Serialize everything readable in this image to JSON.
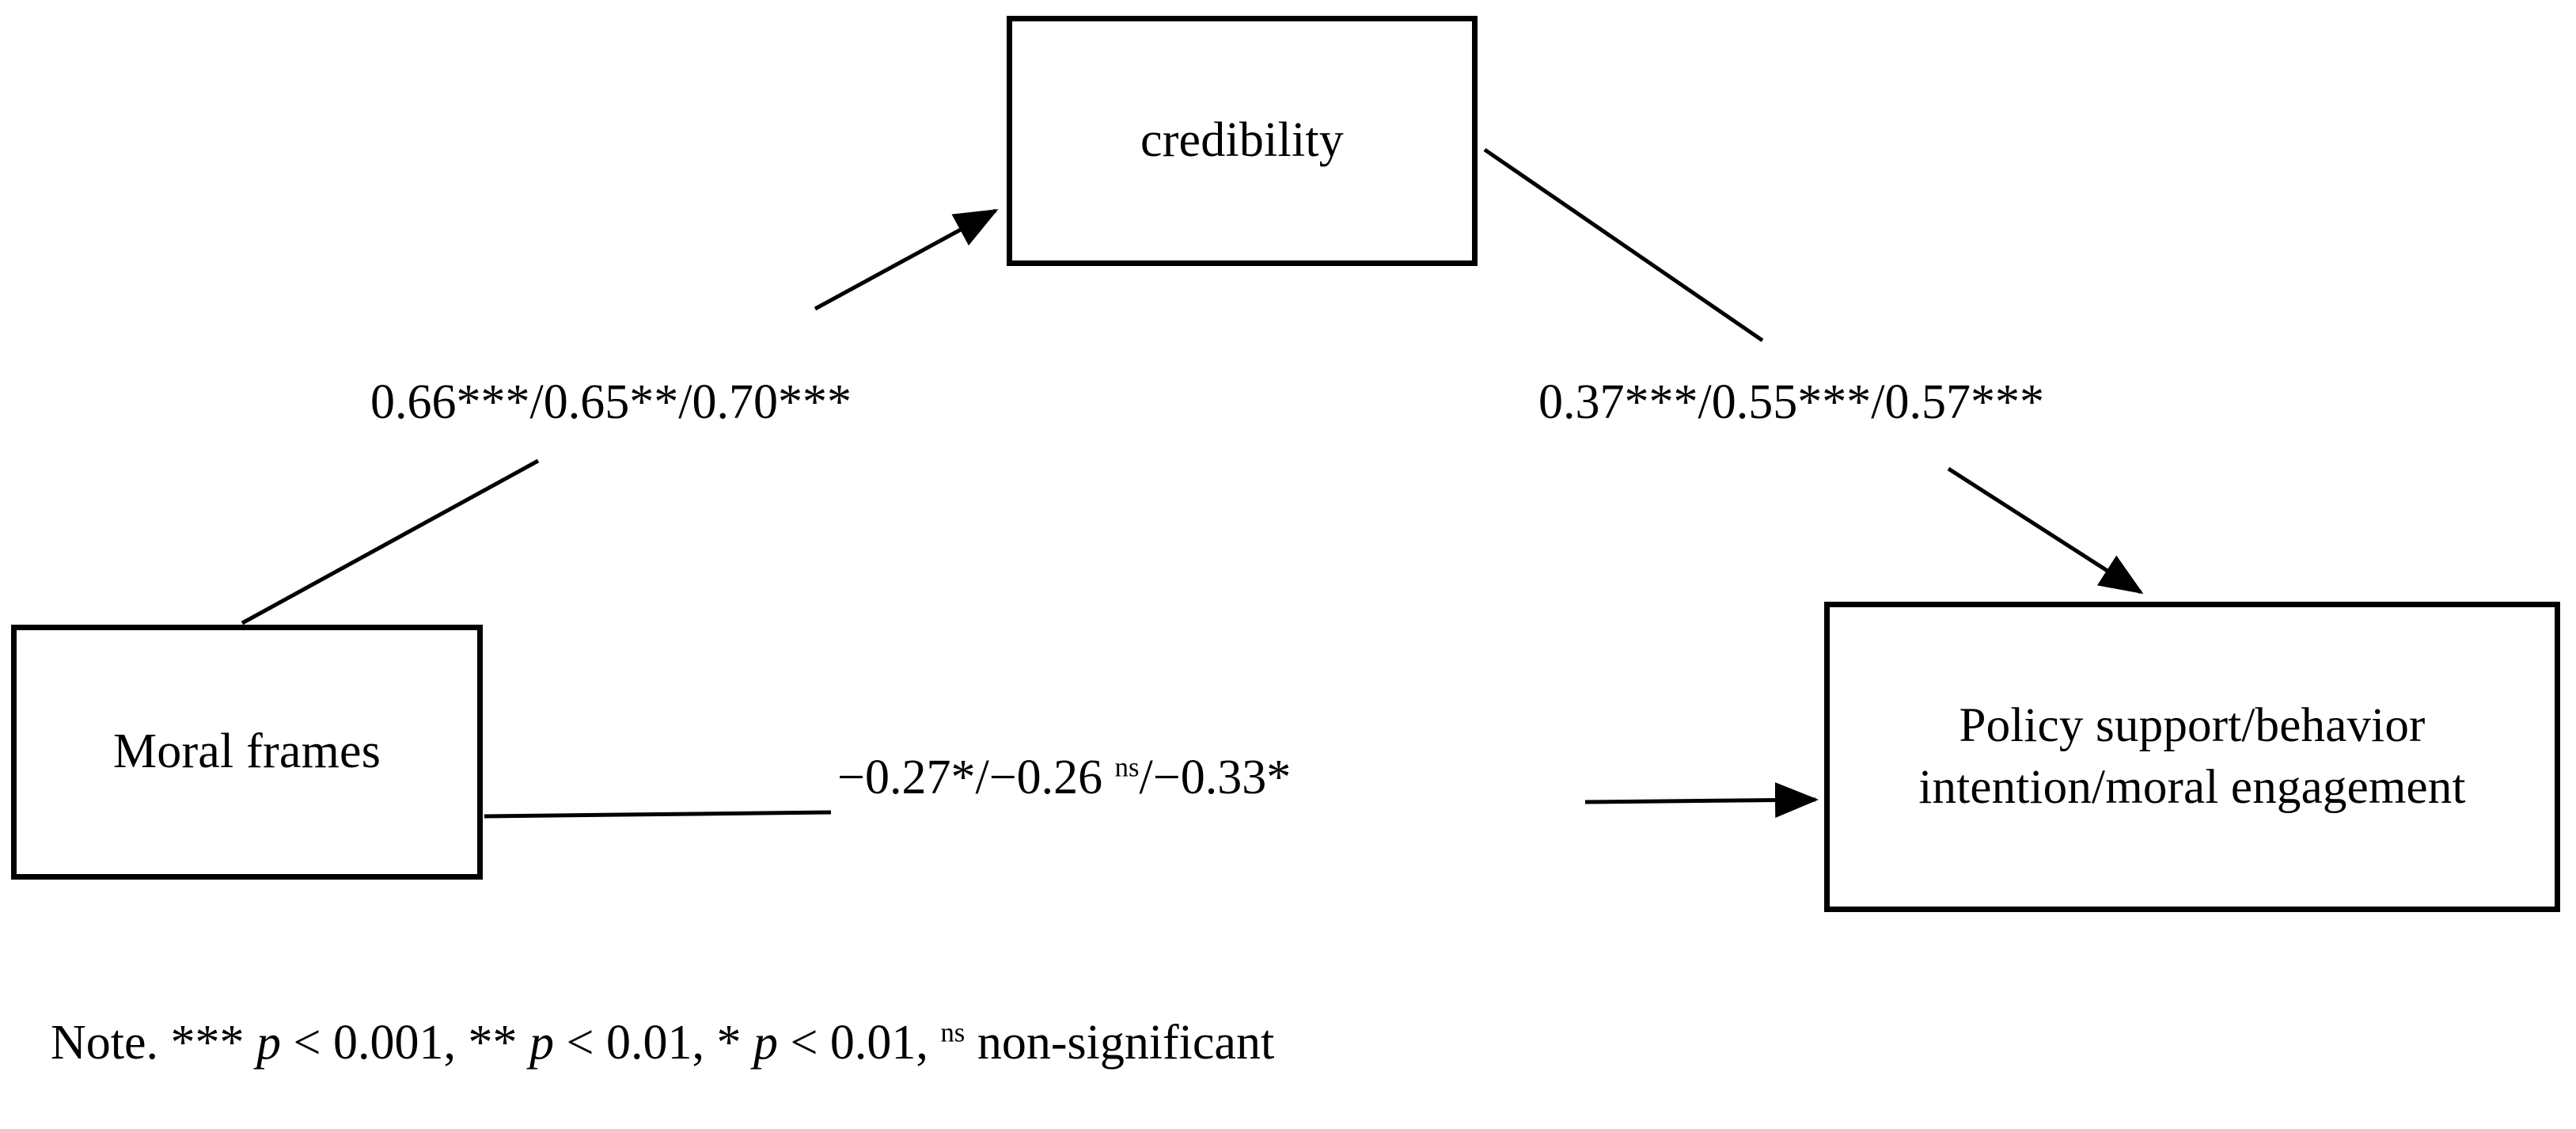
{
  "figure": {
    "type": "mediation-path-diagram",
    "background_color": "#ffffff",
    "line_color": "#000000"
  },
  "nodes": {
    "mediator": {
      "id": "credibility",
      "label": "credibility"
    },
    "predictor": {
      "id": "moral-frames",
      "label": "Moral frames"
    },
    "outcome": {
      "id": "policy-outcome",
      "label": "Policy support/behavior intention/moral engagement"
    }
  },
  "paths": {
    "a": {
      "from": "Moral frames",
      "to": "credibility",
      "label": "0.66***/0.65**/0.70***",
      "coefficients": [
        0.66,
        0.65,
        0.7
      ],
      "significance": [
        "***",
        "**",
        "***"
      ]
    },
    "b": {
      "from": "credibility",
      "to": "Policy support/behavior intention/moral engagement",
      "label": "0.37***/0.55***/0.57***",
      "coefficients": [
        0.37,
        0.55,
        0.57
      ],
      "significance": [
        "***",
        "***",
        "***"
      ]
    },
    "c": {
      "from": "Moral frames",
      "to": "Policy support/behavior intention/moral engagement",
      "label_prefix": "−0.27*/−0.26 ",
      "label_ns": "ns",
      "label_suffix": "/−0.33*",
      "label": "−0.27*/−0.26 ns/−0.33*",
      "coefficients": [
        -0.27,
        -0.26,
        -0.33
      ],
      "significance": [
        "*",
        "ns",
        "*"
      ]
    }
  },
  "note": {
    "prefix": "Note. *** ",
    "p1": "p",
    "seg1": " < 0.001, ** ",
    "p2": "p",
    "seg2": " < 0.01, * ",
    "p3": "p",
    "seg3": " < 0.01, ",
    "ns": "ns",
    "seg4": " non-significant",
    "full_text": "Note. *** p < 0.001, ** p < 0.01, * p < 0.01, ns non-significant"
  }
}
